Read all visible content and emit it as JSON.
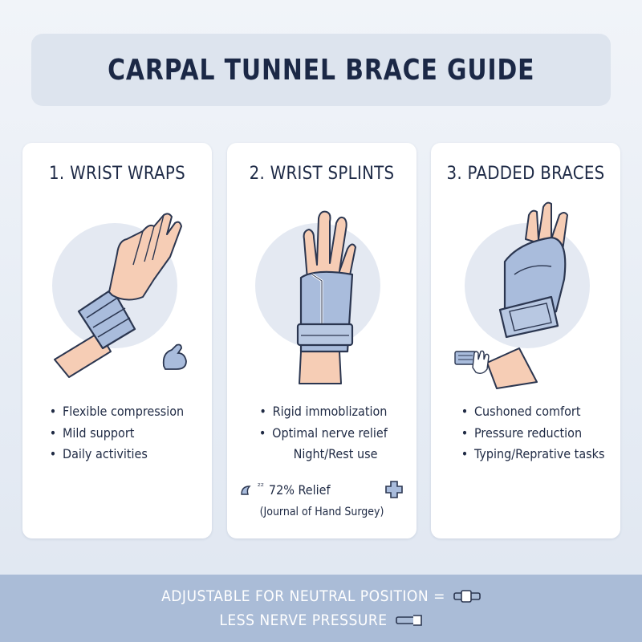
{
  "title": "CARPAL TUNNEL BRACE GUIDE",
  "cards": [
    {
      "heading": "1. WRIST WRAPS",
      "bullets": [
        "Flexible compression",
        "Mild support",
        "Daily activities"
      ],
      "corner_icon": "flexed-arm-icon"
    },
    {
      "heading": "2. WRIST SPLINTS",
      "bullets": [
        "Rigid immoblization",
        "Optimal nerve relief",
        "Night/Rest use"
      ],
      "stat": {
        "sleep_glyph": "ᶻᶻ",
        "value": "72% Relief",
        "source": "(Journal of Hand Surgey)"
      },
      "corner_icon": "medical-cross-icon"
    },
    {
      "heading": "3. PADDED BRACES",
      "bullets": [
        "Cushoned comfort",
        "Pressure reduction",
        "Typing/Reprative tasks"
      ],
      "corner_icon": "keyboard-hand-icon"
    }
  ],
  "footer": {
    "line1": "ADJUSTABLE FOR NEUTRAL POSITION =",
    "line2": "LESS NERVE PRESSURE"
  },
  "colors": {
    "brace_blue": "#a9bcdc",
    "brace_dark": "#2b3650",
    "skin": "#f6cdb5",
    "circle_bg": "#e4e9f2",
    "footer_bg": "#aabcd7",
    "title_bg": "#dde4ee"
  }
}
